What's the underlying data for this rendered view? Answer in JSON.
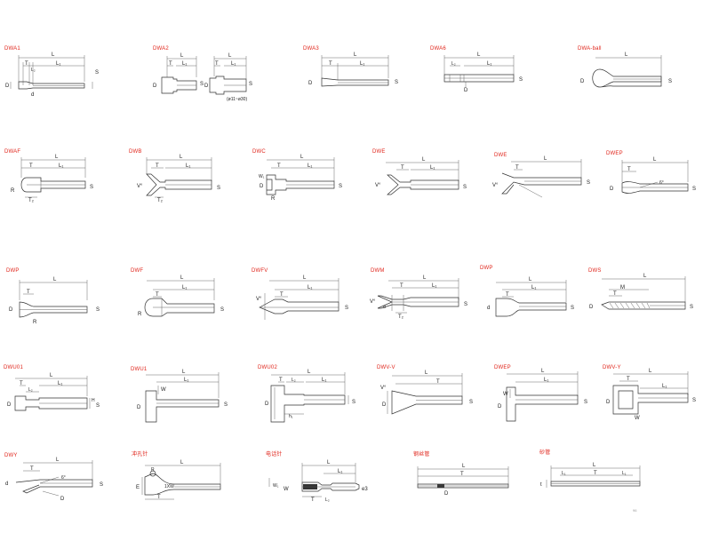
{
  "colors": {
    "code_label": "#e0241a",
    "line": "#333333",
    "background": "#ffffff"
  },
  "page_number": "96",
  "dim": {
    "L": "L",
    "L1": "L₁",
    "L2": "L₂",
    "T": "T",
    "T2": "T₂",
    "S": "S",
    "D": "D",
    "d": "d",
    "R": "R",
    "W": "W",
    "W1": "W₁",
    "H": "H",
    "M": "M",
    "E": "E",
    "V": "V°",
    "deg": "6°",
    "h1": "h₁",
    "t": "t",
    "xw": "1XW",
    "e3": "e3",
    "Wsub": "W₁",
    "a11": "(ø11~ø30)"
  },
  "tools": [
    {
      "code": "DWA1"
    },
    {
      "code": "DWA2"
    },
    {
      "code": "DWA3"
    },
    {
      "code": "DWA6"
    },
    {
      "code": "DWA-ball"
    },
    {
      "code": "DWAF"
    },
    {
      "code": "DWB"
    },
    {
      "code": "DWC"
    },
    {
      "code": "DWE"
    },
    {
      "code": "DWE"
    },
    {
      "code": "DWEP"
    },
    {
      "code": "DWP"
    },
    {
      "code": "DWF"
    },
    {
      "code": "DWFV"
    },
    {
      "code": "DWM"
    },
    {
      "code": "DWP"
    },
    {
      "code": "DWS"
    },
    {
      "code": "DWU01"
    },
    {
      "code": "DWU1"
    },
    {
      "code": "DWU02"
    },
    {
      "code": "DWV-V"
    },
    {
      "code": "DWEP"
    },
    {
      "code": "DWV-Y"
    },
    {
      "code": "DWY"
    },
    {
      "code": "冲孔针"
    },
    {
      "code": "电话针"
    },
    {
      "code": "钢丝管"
    },
    {
      "code": "砂管"
    }
  ]
}
